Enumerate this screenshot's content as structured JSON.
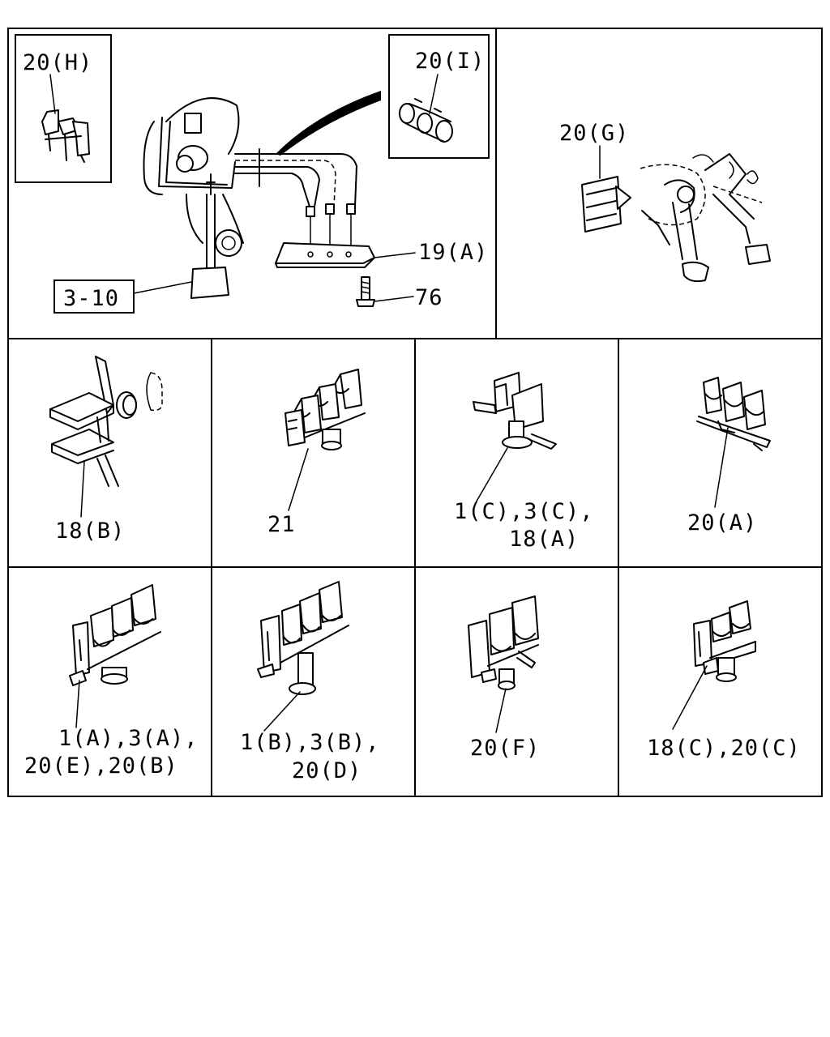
{
  "top_left": {
    "inset_h_label": "20(H)",
    "inset_i_label": "20(I)",
    "callout_19a": "19(A)",
    "callout_76": "76",
    "ref_box": "3-10"
  },
  "top_right": {
    "callout_20g": "20(G)"
  },
  "row2": [
    {
      "line1": "18(B)",
      "line2": ""
    },
    {
      "line1": "21",
      "line2": ""
    },
    {
      "line1": "1(C),3(C),",
      "line2": "18(A)"
    },
    {
      "line1": "20(A)",
      "line2": ""
    }
  ],
  "row3": [
    {
      "line1": "1(A),3(A),",
      "line2": "20(E),20(B)"
    },
    {
      "line1": "1(B),3(B),",
      "line2": "20(D)"
    },
    {
      "line1": "20(F)",
      "line2": ""
    },
    {
      "line1": "18(C),20(C)",
      "line2": ""
    }
  ]
}
